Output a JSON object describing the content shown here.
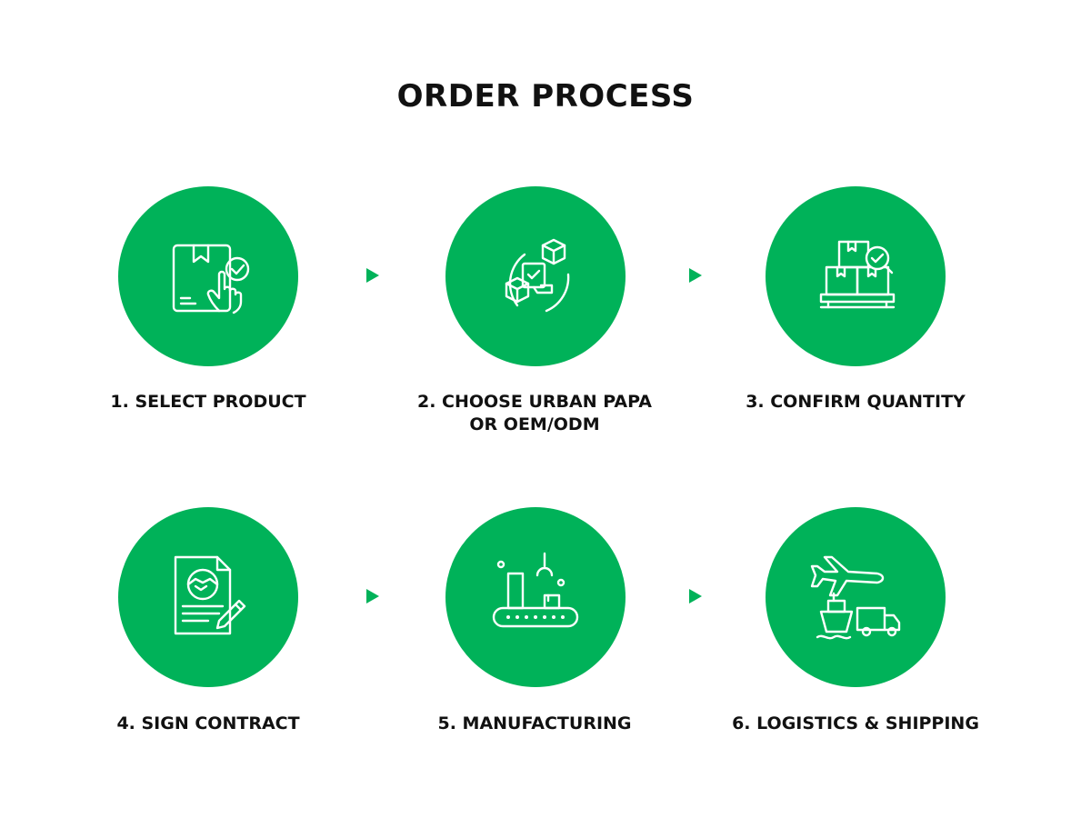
{
  "page": {
    "title": "ORDER PROCESS",
    "accent_color": "#00b259",
    "text_color": "#111111"
  },
  "steps": [
    {
      "label": "1. SELECT PRODUCT",
      "icon": "box-hand-check-icon"
    },
    {
      "label": "2. CHOOSE URBAN PAPA\nOR OEM/ODM",
      "icon": "box-exchange-icon"
    },
    {
      "label": "3. CONFIRM QUANTITY",
      "icon": "stacked-boxes-check-icon"
    },
    {
      "label": "4. SIGN CONTRACT",
      "icon": "contract-handshake-icon"
    },
    {
      "label": "5. MANUFACTURING",
      "icon": "conveyor-robot-arm-icon"
    },
    {
      "label": "6. LOGISTICS & SHIPPING",
      "icon": "plane-ship-truck-icon"
    }
  ]
}
